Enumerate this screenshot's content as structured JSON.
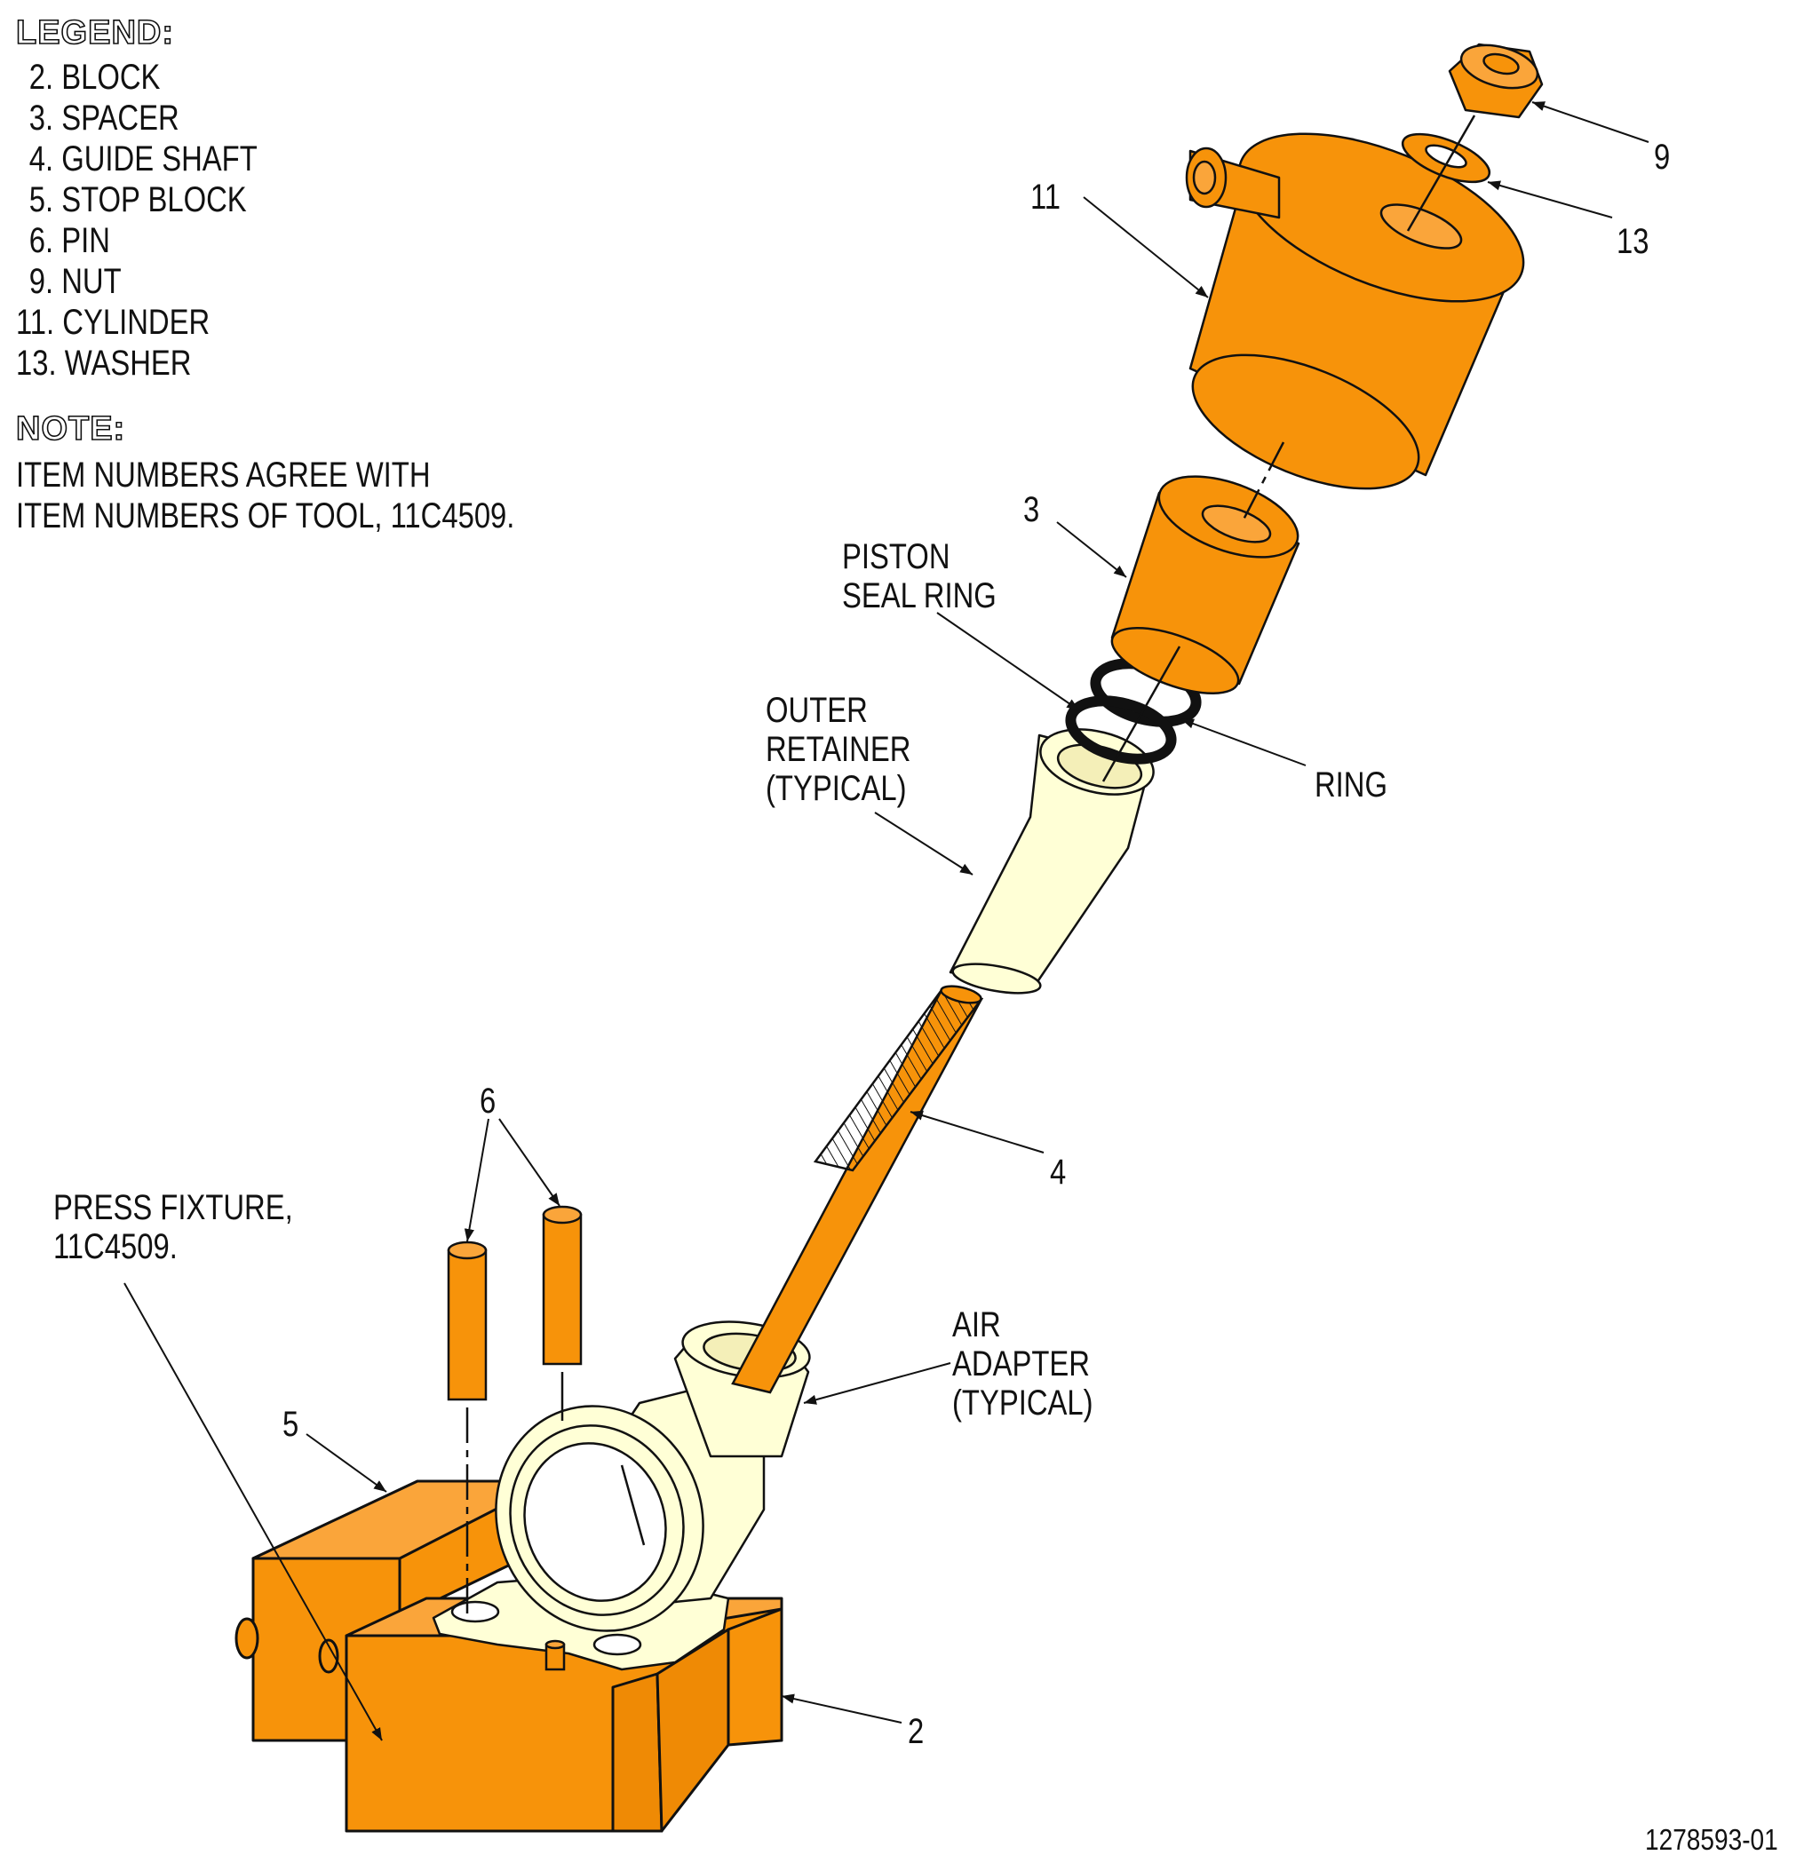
{
  "legend": {
    "title": "LEGEND:",
    "items": [
      "2. BLOCK",
      "3. SPACER",
      "4. GUIDE SHAFT",
      "5. STOP BLOCK",
      "6. PIN",
      "9. NUT",
      "11. CYLINDER",
      "13. WASHER"
    ]
  },
  "note": {
    "title": "NOTE:",
    "line1": "ITEM NUMBERS AGREE WITH",
    "line2": "ITEM NUMBERS OF TOOL, 11C4509."
  },
  "callouts": {
    "c9": "9",
    "c13": "13",
    "c11": "11",
    "c3": "3",
    "piston_line1": "PISTON",
    "piston_line2": "SEAL RING",
    "outer_line1": "OUTER",
    "outer_line2": "RETAINER",
    "outer_line3": "(TYPICAL)",
    "ring": "RING",
    "c4": "4",
    "c6": "6",
    "press_line1": "PRESS FIXTURE,",
    "press_line2": "11C4509.",
    "air_line1": "AIR",
    "air_line2": "ADAPTER",
    "air_line3": "(TYPICAL)",
    "c5": "5",
    "c2": "2"
  },
  "drawing_number": "1278593-01",
  "colors": {
    "tool_orange": "#F7930A",
    "part_cream": "#FFFFD6",
    "line": "#111111"
  }
}
